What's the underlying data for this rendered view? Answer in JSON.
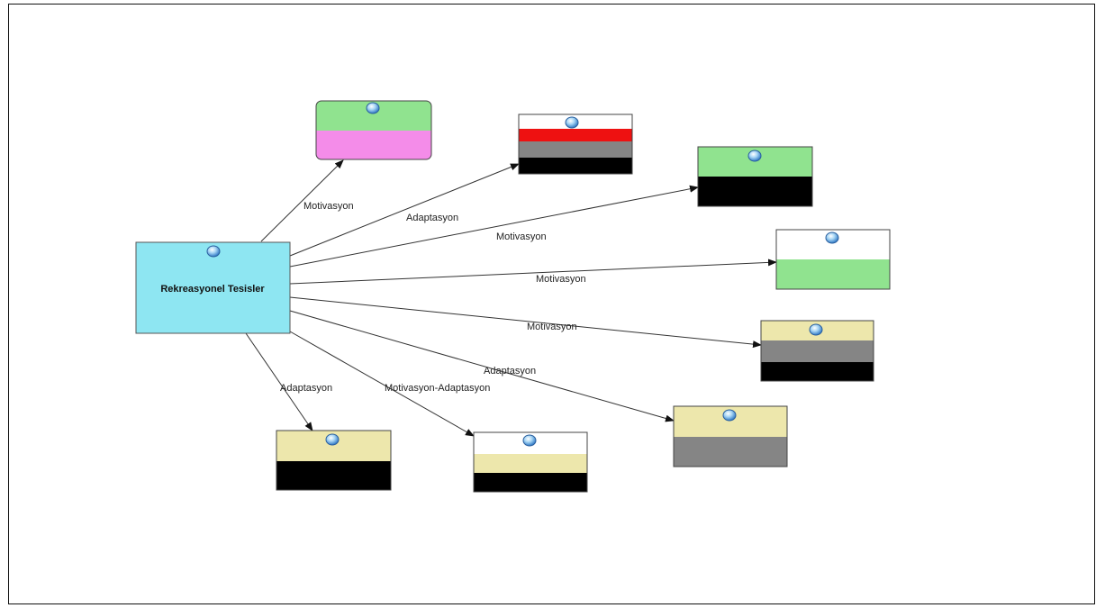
{
  "diagram": {
    "center_node": {
      "label": "Rekreasyonel Tesisler",
      "fill": "#8ee6f2"
    },
    "colors": {
      "green": "#90e38f",
      "pink": "#f48ce9",
      "red": "#ee1111",
      "gray": "#858585",
      "black": "#000000",
      "white": "#ffffff",
      "khaki": "#ede7ac",
      "connector": "#333333",
      "globe": "#5fa8e0"
    },
    "edge_labels": {
      "e1": "Motivasyon",
      "e2": "Adaptasyon",
      "e3": "Motivasyon",
      "e4": "Motivasyon",
      "e5": "Motivasyon",
      "e6": "Adaptasyon",
      "e7": "Motivasyon-Adaptasyon",
      "e8": "Adaptasyon"
    },
    "node_icons": "globe-icon"
  }
}
